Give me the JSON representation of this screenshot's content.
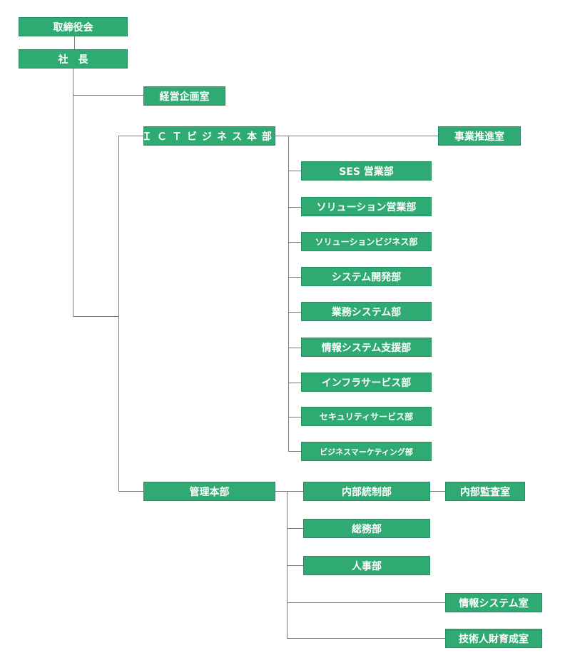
{
  "colors": {
    "box_fill": "#2eaa72",
    "box_text": "#ffffff",
    "connector": "#7a7a7a"
  },
  "org": {
    "board": "取締役会",
    "president": "社　長",
    "planning_office": "経営企画室",
    "ict_division": {
      "name": "ＩＣＴビジネス本部",
      "promotion_office": "事業推進室",
      "departments": [
        "SES 営業部",
        "ソリューション営業部",
        "ソリューションビジネス部",
        "システム開発部",
        "業務システム部",
        "情報システム支援部",
        "インフラサービス部",
        "セキュリティサービス部",
        "ビジネスマーケティング部"
      ]
    },
    "admin_division": {
      "name": "管理本部",
      "internal_control": "内部統制部",
      "audit_office": "内部監査室",
      "general_affairs": "総務部",
      "hr": "人事部",
      "it_office": "情報システム室",
      "talent_office": "技術人財育成室"
    }
  }
}
